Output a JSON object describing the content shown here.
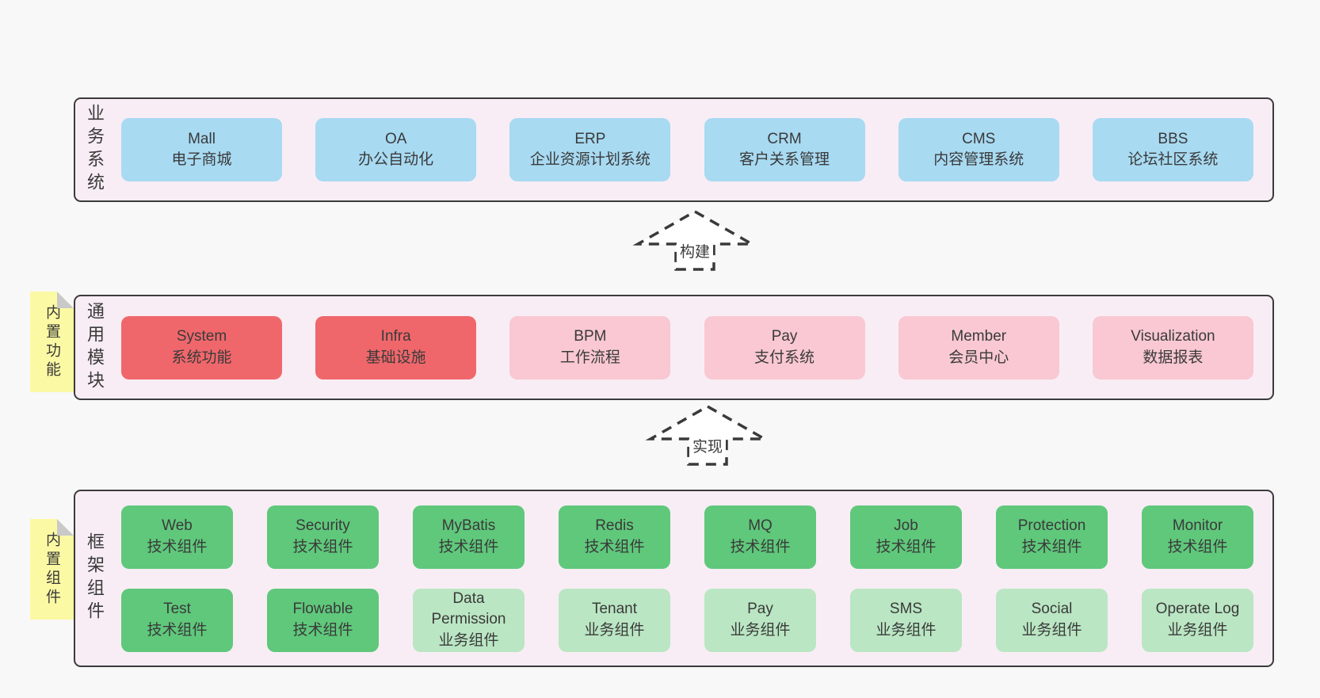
{
  "palette": {
    "page_bg": "#f8f8f8",
    "panel_bg": "#f8edf5",
    "panel_border": "#3b3b3b",
    "blue": "#a8daf2",
    "red": "#f0676b",
    "pink": "#f9c8d2",
    "green_dark": "#5fc87b",
    "green_light": "#bae6c3",
    "sticky_yellow": "#fbf9a3",
    "sticky_fold": "#c9c9c9",
    "text": "#3a3a3a"
  },
  "arrows": [
    {
      "label": "构建"
    },
    {
      "label": "实现"
    }
  ],
  "sections": [
    {
      "label": "业务系统",
      "rows": [
        [
          {
            "title": "Mall",
            "subtitle": "电子商城"
          },
          {
            "title": "OA",
            "subtitle": "办公自动化"
          },
          {
            "title": "ERP",
            "subtitle": "企业资源计划系统"
          },
          {
            "title": "CRM",
            "subtitle": "客户关系管理"
          },
          {
            "title": "CMS",
            "subtitle": "内容管理系统"
          },
          {
            "title": "BBS",
            "subtitle": "论坛社区系统"
          }
        ]
      ]
    },
    {
      "label": "通用模块",
      "sticky_label": "内置功能",
      "rows": [
        [
          {
            "title": "System",
            "subtitle": "系统功能"
          },
          {
            "title": "Infra",
            "subtitle": "基础设施"
          },
          {
            "title": "BPM",
            "subtitle": "工作流程"
          },
          {
            "title": "Pay",
            "subtitle": "支付系统"
          },
          {
            "title": "Member",
            "subtitle": "会员中心"
          },
          {
            "title": "Visualization",
            "subtitle": "数据报表"
          }
        ]
      ]
    },
    {
      "label": "框架组件",
      "sticky_label": "内置组件",
      "rows": [
        [
          {
            "title": "Web",
            "subtitle": "技术组件"
          },
          {
            "title": "Security",
            "subtitle": "技术组件"
          },
          {
            "title": "MyBatis",
            "subtitle": "技术组件"
          },
          {
            "title": "Redis",
            "subtitle": "技术组件"
          },
          {
            "title": "MQ",
            "subtitle": "技术组件"
          },
          {
            "title": "Job",
            "subtitle": "技术组件"
          },
          {
            "title": "Protection",
            "subtitle": "技术组件"
          },
          {
            "title": "Monitor",
            "subtitle": "技术组件"
          }
        ],
        [
          {
            "title": "Test",
            "subtitle": "技术组件"
          },
          {
            "title": "Flowable",
            "subtitle": "技术组件"
          },
          {
            "title": "Data Permission",
            "subtitle": "业务组件"
          },
          {
            "title": "Tenant",
            "subtitle": "业务组件"
          },
          {
            "title": "Pay",
            "subtitle": "业务组件"
          },
          {
            "title": "SMS",
            "subtitle": "业务组件"
          },
          {
            "title": "Social",
            "subtitle": "业务组件"
          },
          {
            "title": "Operate Log",
            "subtitle": "业务组件"
          }
        ]
      ]
    }
  ]
}
